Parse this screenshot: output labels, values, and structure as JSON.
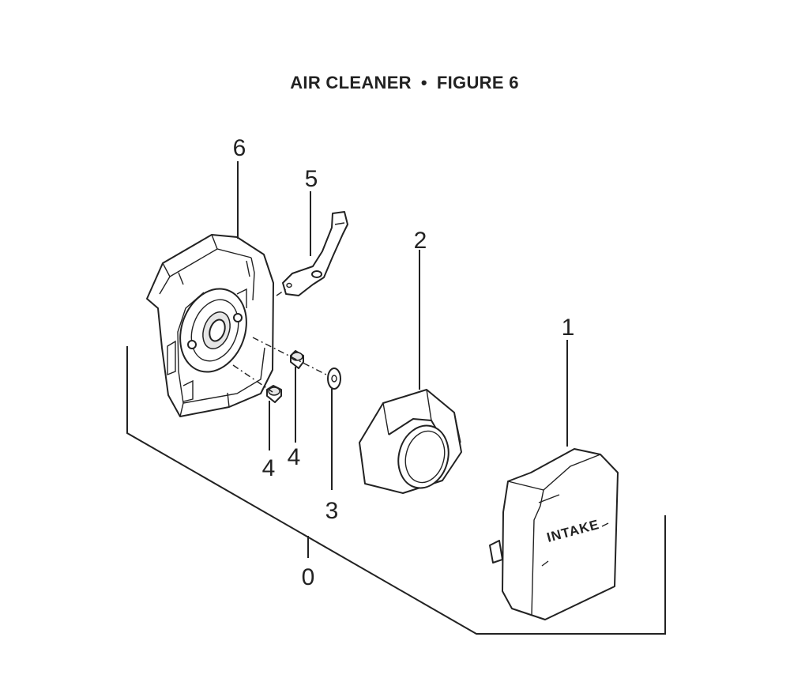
{
  "title": {
    "left": "AIR CLEANER",
    "separator": "•",
    "right": "FIGURE 6"
  },
  "callouts": {
    "c0": "0",
    "c1": "1",
    "c2": "2",
    "c3": "3",
    "c4a": "4",
    "c4b": "4",
    "c5": "5",
    "c6": "6"
  },
  "cover_text": "INTAKE"
}
